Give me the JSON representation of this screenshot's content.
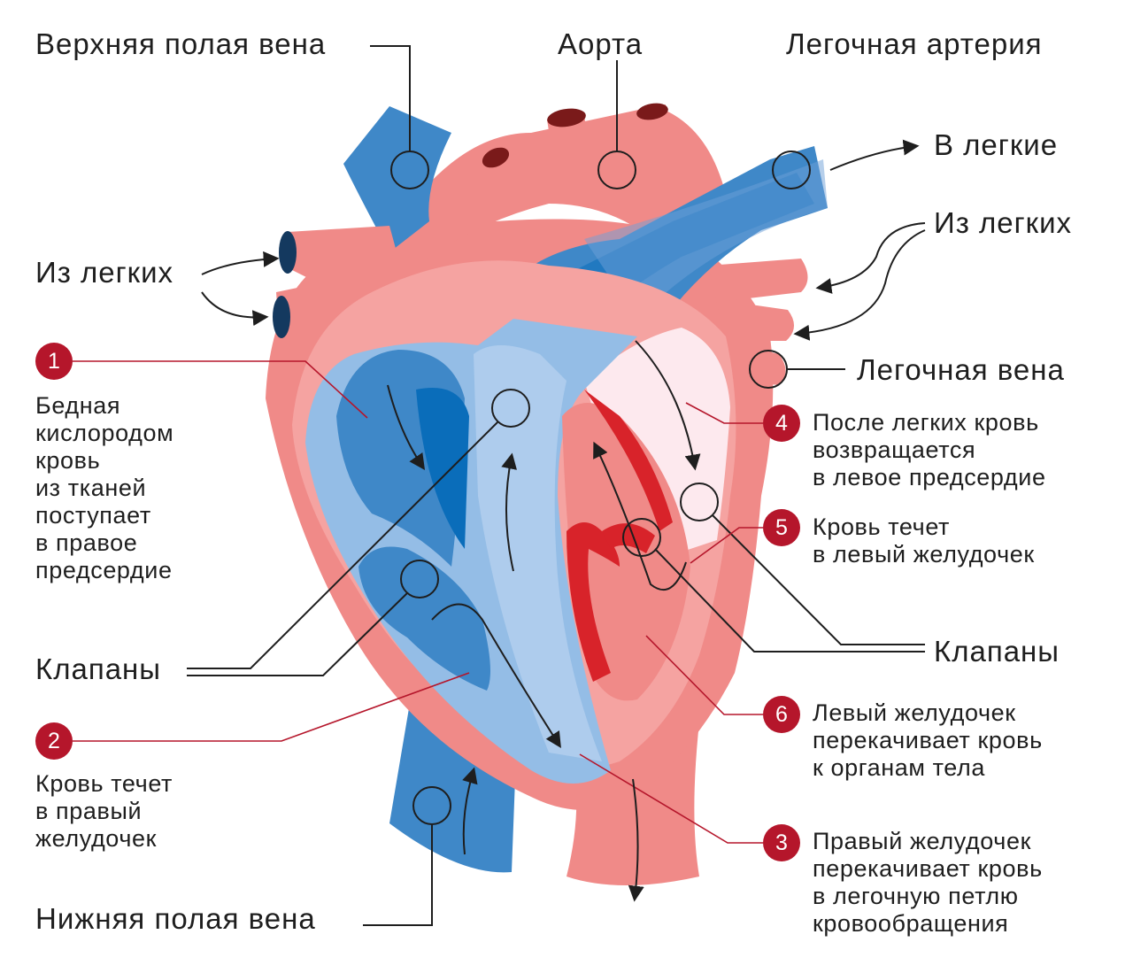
{
  "labels": {
    "superior_vena_cava": "Верхняя полая вена",
    "aorta": "Аорта",
    "pulmonary_artery": "Легочная артерия",
    "to_lungs": "В легкие",
    "from_lungs_left": "Из легких",
    "from_lungs_right": "Из легких",
    "pulmonary_vein": "Легочная вена",
    "valves_left": "Клапаны",
    "valves_right": "Клапаны",
    "inferior_vena_cava": "Нижняя полая вена"
  },
  "steps": [
    {
      "number": "1",
      "text": "Бедная\nкислородом\nкровь\nиз тканей\nпоступает\nв правое\nпредсердие"
    },
    {
      "number": "2",
      "text": "Кровь течет\nв правый\nжелудочек"
    },
    {
      "number": "3",
      "text": "Правый желудочек\nперекачивает кровь\nв легочную петлю\nкровообращения"
    },
    {
      "number": "4",
      "text": "После легких кровь\nвозвращается\nв левое предсердие"
    },
    {
      "number": "5",
      "text": "Кровь течет\nв левый желудочек"
    },
    {
      "number": "6",
      "text": "Левый желудочек\nперекачивает кровь\nк органам тела"
    }
  ],
  "colors": {
    "deoxygenated_blue": "#3f88c8",
    "deep_blue": "#0a6dba",
    "light_blue": "#94bde6",
    "heart_pink": "#f08a88",
    "light_pink": "#f5a3a1",
    "pale_pink": "#fde9ee",
    "muscle_red": "#d8232a",
    "step_badge_red": "#b5162b"
  }
}
